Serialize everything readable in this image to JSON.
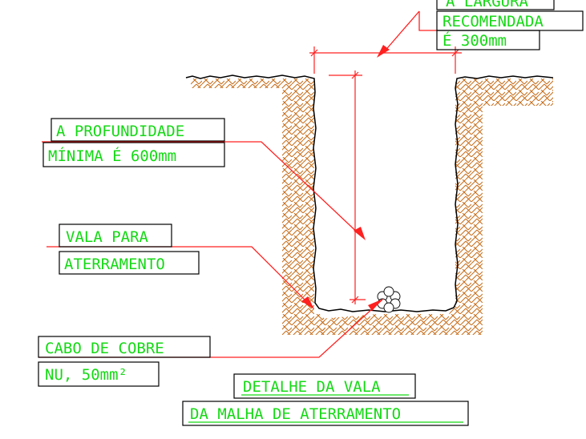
{
  "labels": {
    "largura": [
      "A LARGURA",
      "RECOMENDADA",
      "É 300mm"
    ],
    "profundidade": [
      "A PROFUNDIDADE",
      "MÍNIMA É 600mm"
    ],
    "vala": [
      "VALA PARA",
      "ATERRAMENTO"
    ],
    "cabo": [
      "CABO DE COBRE",
      "NU, 50mm²"
    ]
  },
  "title": [
    "DETALHE DA VALA",
    "DA MALHA DE ATERRAMENTO"
  ],
  "colors": {
    "text": "#15d915",
    "dimension": "#ff2020",
    "hatch": "#c8701e",
    "outline": "#000000"
  },
  "icons": {
    "soil": "soil-hatch",
    "cable": "stranded-copper-cable"
  }
}
